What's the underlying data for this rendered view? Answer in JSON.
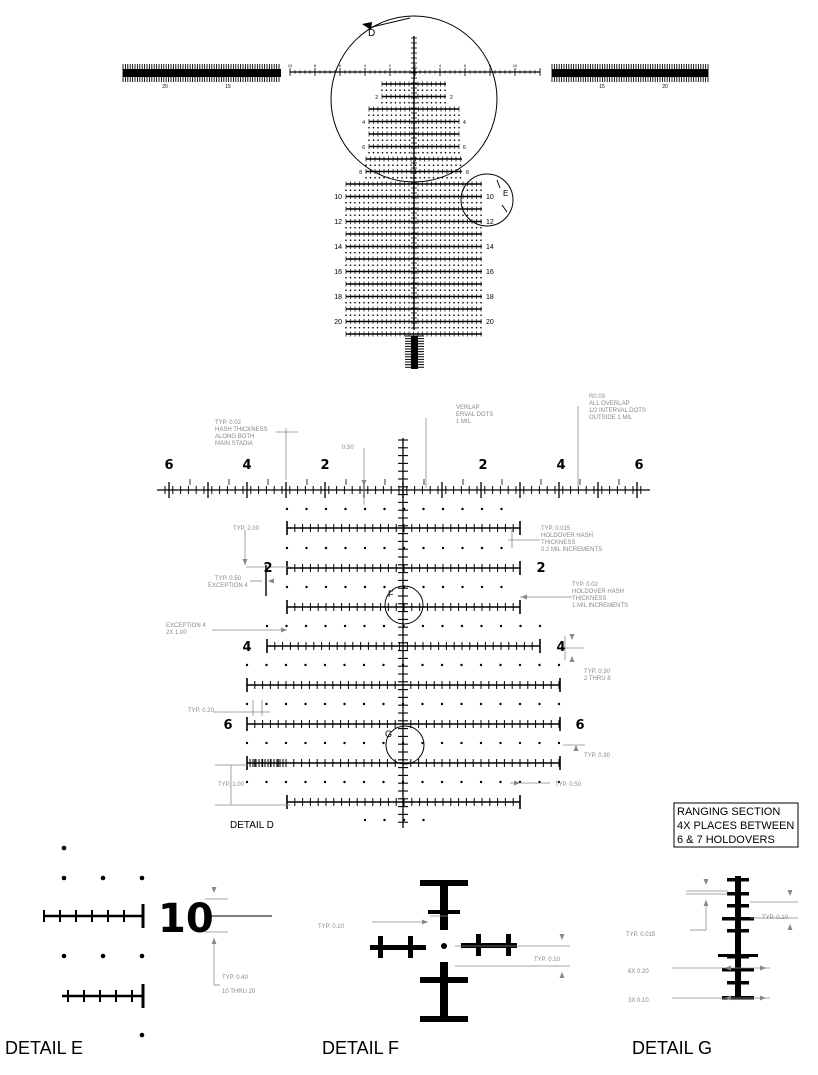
{
  "overview": {
    "scale_left": [
      "20",
      "15"
    ],
    "scale_right": [
      "15",
      "20"
    ],
    "top_numbers": [
      "10",
      "8",
      "6",
      "4",
      "2",
      "2",
      "4",
      "6",
      "8",
      "10"
    ],
    "holdover_labels": [
      "2",
      "4",
      "6",
      "8",
      "10",
      "12",
      "14",
      "16",
      "18",
      "20"
    ],
    "circle_d": "D",
    "circle_e": "E"
  },
  "detail_d": {
    "title": "DETAIL D",
    "top_numbers": [
      "6",
      "4",
      "2",
      "2",
      "4",
      "6"
    ],
    "left_numbers": [
      "2",
      "4",
      "6"
    ],
    "right_numbers": [
      "2",
      "4",
      "6"
    ],
    "circle_f": "F",
    "circle_g": "G",
    "annotations": {
      "hash_thickness": [
        "TYP. 0.02",
        "HASH THICKNESS",
        "ALONG BOTH",
        "MAIN STADIA"
      ],
      "overlap_interval": [
        "VERLAP",
        "ERVAL DOTS",
        "1 MIL"
      ],
      "all_overlap": [
        "R0.03",
        "ALL OVERLAP",
        "1/2 INTERVAL DOTS",
        "OUTSIDE 1 MIL"
      ],
      "typ_050_top": "0.50",
      "typ_200": "TYP. 2.00",
      "exception_4": [
        "TYP. 0.50",
        "EXCEPTION 4"
      ],
      "holdover_0015": [
        "TYP. 0.015",
        "HOLDOVER HASH",
        "THICKNESS",
        "0.2 MIL INCREMENTS"
      ],
      "holdover_002": [
        "TYP. 0.02",
        "HOLDOVER HASH",
        "THICKNESS",
        "1 MIL INCREMENTS"
      ],
      "exception_4b": [
        "EXCEPTION 4",
        "2X 1.00"
      ],
      "typ_030": [
        "TYP. 0.30",
        "2 THRU 8"
      ],
      "typ_020": "TYP. 0.20",
      "typ_030b": "TYP. 0.30",
      "typ_100": "TYP. 1.00",
      "typ_050b": "TYP. 0.50"
    }
  },
  "ranging_box": [
    "RANGING SECTION",
    "4X PLACES BETWEEN",
    "6 & 7 HOLDOVERS"
  ],
  "detail_e": {
    "title": "DETAIL E",
    "number": "10",
    "note": [
      "TYP. 0.40",
      "10 THRU 20"
    ]
  },
  "detail_f": {
    "title": "DETAIL F",
    "left_note": "TYP. 0.10",
    "right_note": "TYP. 0.10"
  },
  "detail_g": {
    "title": "DETAIL G",
    "notes": [
      "TYP. 0.015",
      "TYP. 0.10",
      "6X 0.20",
      "3X 0.10"
    ]
  }
}
